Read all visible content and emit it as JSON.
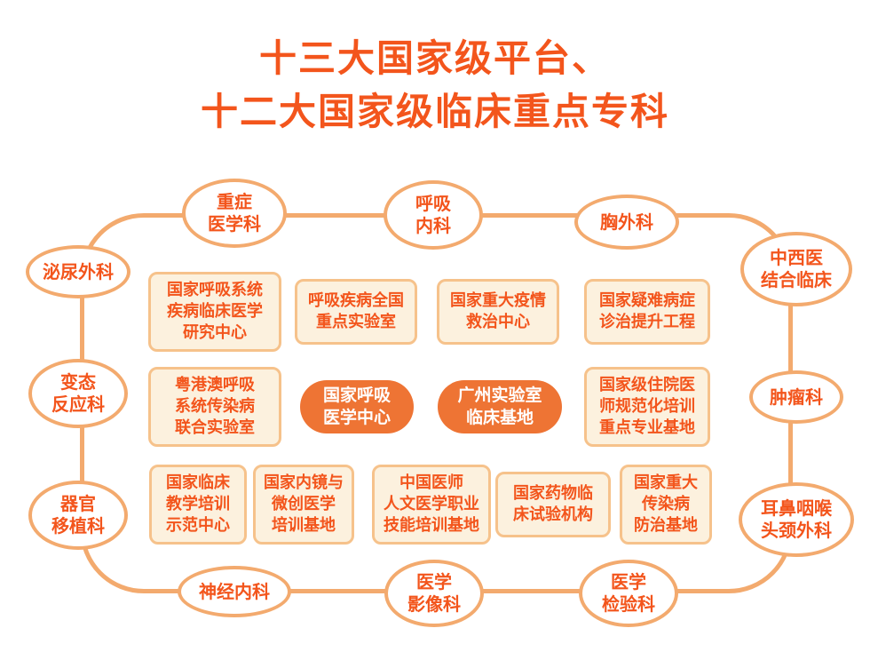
{
  "title": {
    "line1": "十三大国家级平台、",
    "line2": "十二大国家级临床重点专科"
  },
  "colors": {
    "accent_text": "#F3551C",
    "outline": "#F3AA6E",
    "box_background": "#FCF1DE",
    "box_border": "#F6C28B",
    "pill_background": "#EE7434",
    "pill_text": "#FFFFFF"
  },
  "specialties": [
    {
      "label": "重症\n医学科"
    },
    {
      "label": "呼吸\n内科"
    },
    {
      "label": "胸外科"
    },
    {
      "label": "泌尿外科"
    },
    {
      "label": "中西医\n结合临床"
    },
    {
      "label": "变态\n反应科"
    },
    {
      "label": "肿瘤科"
    },
    {
      "label": "器官\n移植科"
    },
    {
      "label": "耳鼻咽喉\n头颈外科"
    },
    {
      "label": "神经内科"
    },
    {
      "label": "医学\n影像科"
    },
    {
      "label": "医学\n检验科"
    }
  ],
  "platforms": [
    {
      "label": "国家呼吸系统\n疾病临床医学\n研究中心"
    },
    {
      "label": "呼吸疾病全国\n重点实验室"
    },
    {
      "label": "国家重大疫情\n救治中心"
    },
    {
      "label": "国家疑难病症\n诊治提升工程"
    },
    {
      "label": "粤港澳呼吸\n系统传染病\n联合实验室"
    },
    {
      "label": "国家级住院医\n师规范化培训\n重点专业基地"
    },
    {
      "label": "国家临床\n教学培训\n示范中心"
    },
    {
      "label": "国家内镜与\n微创医学\n培训基地"
    },
    {
      "label": "中国医师\n人文医学职业\n技能培训基地"
    },
    {
      "label": "国家药物临\n床试验机构"
    },
    {
      "label": "国家重大\n传染病\n防治基地"
    }
  ],
  "centers": [
    {
      "label": "国家呼吸\n医学中心"
    },
    {
      "label": "广州实验室\n临床基地"
    }
  ]
}
